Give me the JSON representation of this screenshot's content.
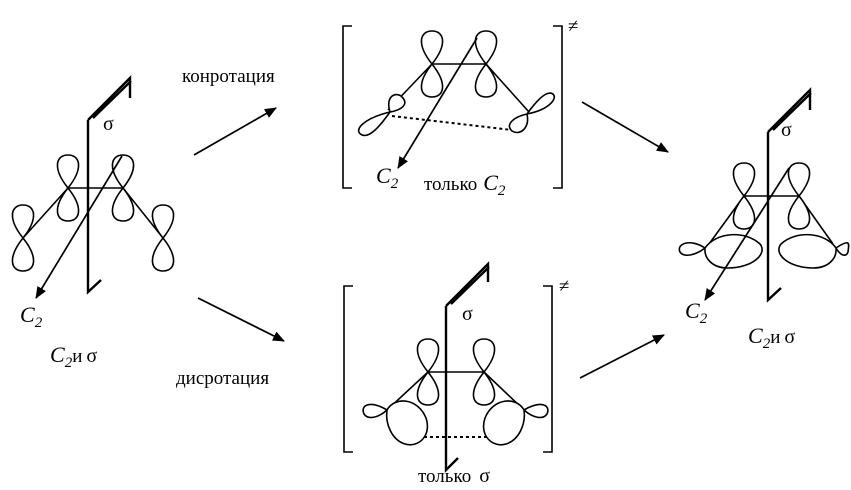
{
  "labels": {
    "c2_symbol": "C",
    "c2_subscript": "2",
    "sigma": "σ",
    "conj": "и",
    "only": "только",
    "conrotation": "конротация",
    "disrotation": "дисротация",
    "ts_mark": "≠"
  }
}
